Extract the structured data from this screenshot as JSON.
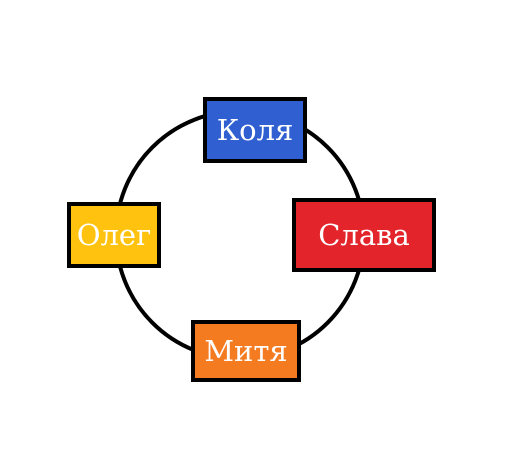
{
  "diagram": {
    "nodes": {
      "top": {
        "label": "Коля",
        "color": "#2f5fd0"
      },
      "right": {
        "label": "Слава",
        "color": "#e3242b"
      },
      "bottom": {
        "label": "Митя",
        "color": "#f47b20"
      },
      "left": {
        "label": "Олег",
        "color": "#ffc20e"
      }
    },
    "ring_color": "#000000"
  }
}
